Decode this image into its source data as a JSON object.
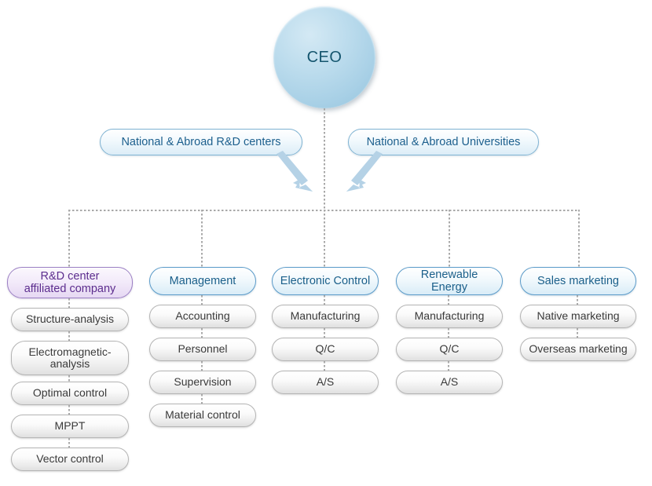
{
  "diagram": {
    "title_node": {
      "label": "CEO"
    },
    "advisors": [
      {
        "label": "National & Abroad R&D centers",
        "arrow": "arrow-down-right-icon"
      },
      {
        "label": "National & Abroad Universities",
        "arrow": "arrow-down-left-icon"
      }
    ],
    "colors": {
      "ceo_fill": "#a8d0e6",
      "ceo_text": "#14556e",
      "header_blue_border": "#5b9bc9",
      "header_blue_text": "#1a5f8a",
      "header_purple_border": "#9b7fc4",
      "header_purple_text": "#5c2d8e",
      "item_border": "#b4b4b4",
      "item_text": "#3a3a3a",
      "connector": "#a9a9a9",
      "arrow": "#b8d4e8",
      "background": "#ffffff"
    },
    "columns": [
      {
        "header": "R&D center affiliated company",
        "header_lines": [
          "R&D center",
          "affiliated company"
        ],
        "header_style": "purple",
        "items": [
          "Structure-analysis",
          "Electromagnetic-analysis",
          "Optimal control",
          "MPPT",
          "Vector control"
        ]
      },
      {
        "header": "Management",
        "header_lines": [
          "Management"
        ],
        "header_style": "blue",
        "items": [
          "Accounting",
          "Personnel",
          "Supervision",
          "Material control"
        ]
      },
      {
        "header": "Electronic Control",
        "header_lines": [
          "Electronic Control"
        ],
        "header_style": "blue",
        "items": [
          "Manufacturing",
          "Q/C",
          "A/S"
        ]
      },
      {
        "header": "Renewable Energy",
        "header_lines": [
          "Renewable Energy"
        ],
        "header_style": "blue",
        "items": [
          "Manufacturing",
          "Q/C",
          "A/S"
        ]
      },
      {
        "header": "Sales marketing",
        "header_lines": [
          "Sales marketing"
        ],
        "header_style": "blue",
        "items": [
          "Native marketing",
          "Overseas marketing"
        ]
      }
    ]
  }
}
